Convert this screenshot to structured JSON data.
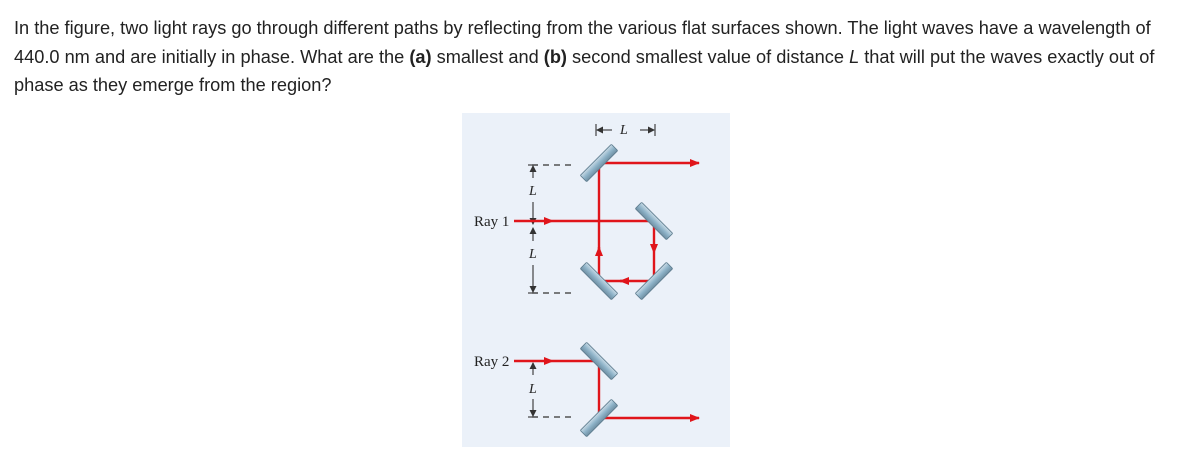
{
  "question": {
    "part1": "In the figure, two light rays go through different paths by reflecting from the various flat surfaces shown. The light waves have a wavelength of 440.0 nm and are initially in phase. What are the ",
    "label_a": "(a)",
    "part2": " smallest and ",
    "label_b": "(b)",
    "part3": " second smallest value of distance ",
    "var_L": "L",
    "part4": " that will put the waves exactly out of phase as they emerge from the region?"
  },
  "figure": {
    "ray1_label": "Ray 1",
    "ray2_label": "Ray 2",
    "dim_label_top": "L",
    "dim_label_1": "L",
    "dim_label_2": "L",
    "dim_label_3": "L",
    "ray_color": "#e0151b",
    "mirror_color": "#8fb4c9",
    "background_color": "#ebf1f9"
  }
}
